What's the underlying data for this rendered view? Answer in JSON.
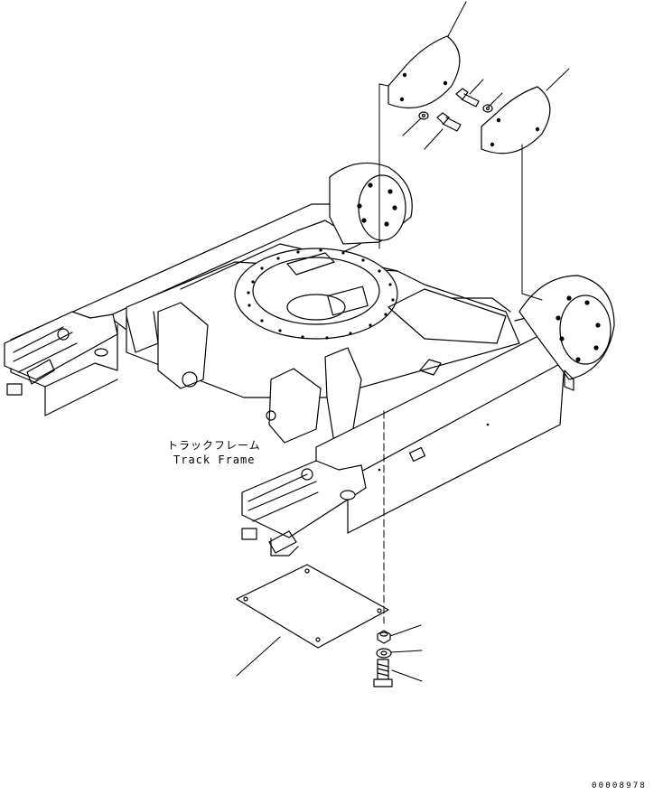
{
  "diagram": {
    "part_label_jp": "トラックフレーム",
    "part_label_en": "Track Frame",
    "drawing_number": "00008978",
    "callouts": [
      {
        "id": "upper-cover-left"
      },
      {
        "id": "bolt-upper"
      },
      {
        "id": "washer-upper"
      },
      {
        "id": "washer-upper-2"
      },
      {
        "id": "bolt-upper-2"
      },
      {
        "id": "upper-cover-right"
      },
      {
        "id": "under-cover-plate"
      },
      {
        "id": "nut-lower"
      },
      {
        "id": "washer-lower"
      },
      {
        "id": "bolt-lower"
      }
    ]
  }
}
